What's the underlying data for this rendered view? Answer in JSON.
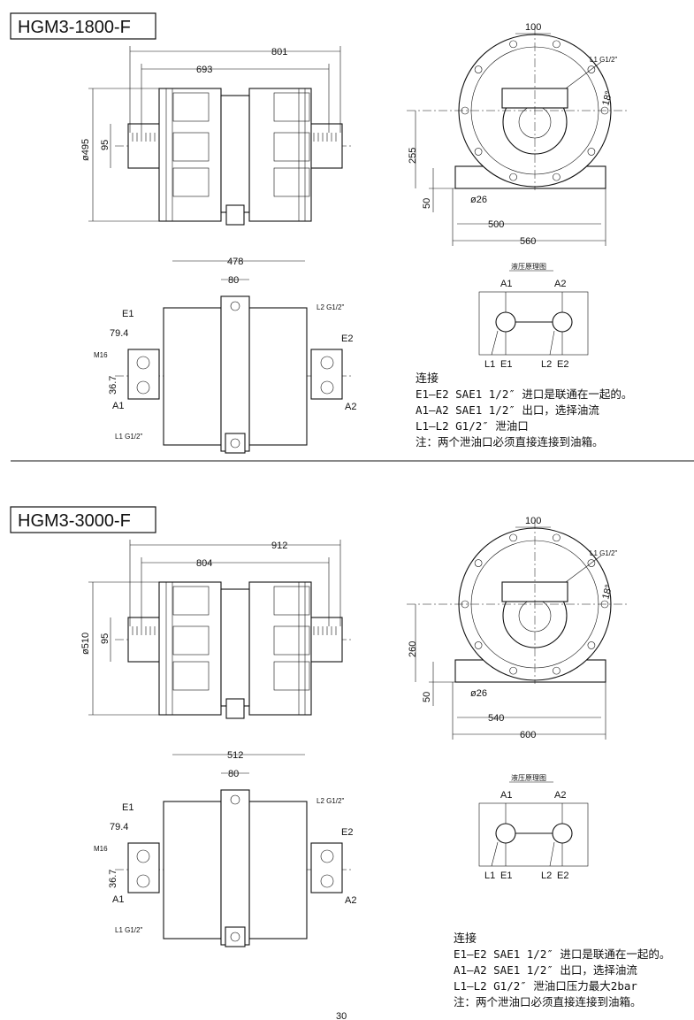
{
  "sections": [
    {
      "title": "HGM3-1800-F",
      "dims": {
        "overall_length": "801",
        "flange_span": "693",
        "diameter": "ø495",
        "shaft_offset": "95",
        "top_width": "100",
        "drain_port": "L1 G1/2\"",
        "angle": "18°",
        "center_height": "255",
        "foot_height": "50",
        "hole_dia": "ø26",
        "hole_span": "500",
        "base_width": "560",
        "top_length": "478",
        "center_width": "80",
        "drain_port_2": "L2 G1/2\"",
        "port_e1": "E1",
        "port_offset": "79.4",
        "thread": "M16",
        "port_spacing": "36.7",
        "port_a1": "A1",
        "port_e2": "E2",
        "port_a2": "A2",
        "drain_port_1": "L1 G1/2\""
      },
      "schematic": {
        "title": "液压原理图",
        "a1": "A1",
        "a2": "A2",
        "l1": "L1",
        "e1": "E1",
        "l2": "L2",
        "e2": "E2"
      },
      "notes": [
        "连接",
        "E1–E2 SAE1 1/2″ 进口是联通在一起的。",
        "A1–A2 SAE1 1/2″ 出口，选择油流",
        "L1–L2 G1/2″ 泄油口",
        "注：两个泄油口必须直接连接到油箱。"
      ]
    },
    {
      "title": "HGM3-3000-F",
      "dims": {
        "overall_length": "912",
        "flange_span": "804",
        "diameter": "ø510",
        "shaft_offset": "95",
        "top_width": "100",
        "drain_port": "L1 G1/2\"",
        "angle": "18°",
        "center_height": "260",
        "foot_height": "50",
        "hole_dia": "ø26",
        "hole_span": "540",
        "base_width": "600",
        "top_length": "512",
        "center_width": "80",
        "drain_port_2": "L2 G1/2\"",
        "port_e1": "E1",
        "port_offset": "79.4",
        "thread": "M16",
        "port_spacing": "36.7",
        "port_a1": "A1",
        "port_e2": "E2",
        "port_a2": "A2",
        "drain_port_1": "L1 G1/2\""
      },
      "schematic": {
        "title": "液压原理图",
        "a1": "A1",
        "a2": "A2",
        "l1": "L1",
        "e1": "E1",
        "l2": "L2",
        "e2": "E2"
      },
      "notes": [
        "连接",
        "E1–E2 SAE1 1/2″ 进口是联通在一起的。",
        "A1–A2 SAE1 1/2″ 出口，选择油流",
        "L1–L2 G1/2″ 泄油口压力最大2bar",
        "注：两个泄油口必须直接连接到油箱。"
      ]
    }
  ],
  "page_number": "30"
}
